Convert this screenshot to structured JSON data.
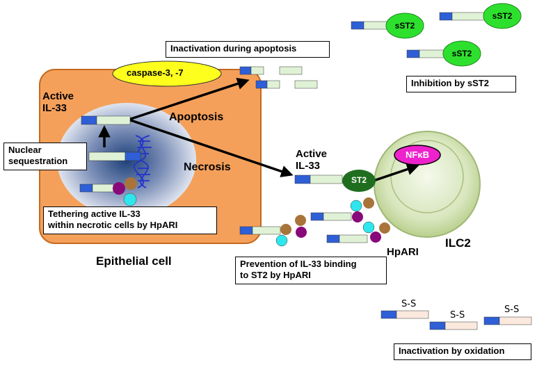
{
  "labels": {
    "active_il33_cell": [
      "Active",
      "IL-33"
    ],
    "apoptosis": "Apoptosis",
    "necrosis": "Necrosis",
    "caspase": "caspase-3, -7",
    "active_il33_right": [
      "Active",
      "IL-33"
    ],
    "st2": "ST2",
    "nfkb": "NFκB",
    "ilc2": "ILC2",
    "hpari": "HpARI",
    "epithelial_cell": "Epithelial cell",
    "sst2": "sST2",
    "disulfide": "S-S"
  },
  "boxes": {
    "inactivation_apoptosis": "Inactivation during apoptosis",
    "inhibition_sst2": "Inhibition by sST2",
    "nuclear_sequestration": [
      "Nuclear",
      "sequestration"
    ],
    "tethering": [
      "Tethering active IL-33",
      "within necrotic cells by HpARI"
    ],
    "prevention": [
      "Prevention of IL-33 binding",
      "to ST2 by HpARI"
    ],
    "inactivation_oxidation": "Inactivation by oxidation"
  },
  "colors": {
    "cell_fill": "#f5a05a",
    "nucleus_center": "#1c3f78",
    "protein_blue": "#2f5fd6",
    "protein_green": "#dff2d6",
    "receptor_green": "#2db82d",
    "st2_dark": "#1f6e1f",
    "ilc2_outer": "#c9dca4",
    "nfkb_magenta": "#ee22cc",
    "caspase_yellow": "#ffff1e",
    "hpari_cyan": "#2fe6ee",
    "hpari_brown": "#a8743a",
    "hpari_purple": "#880a7a",
    "dna_blue": "#2233cc"
  }
}
